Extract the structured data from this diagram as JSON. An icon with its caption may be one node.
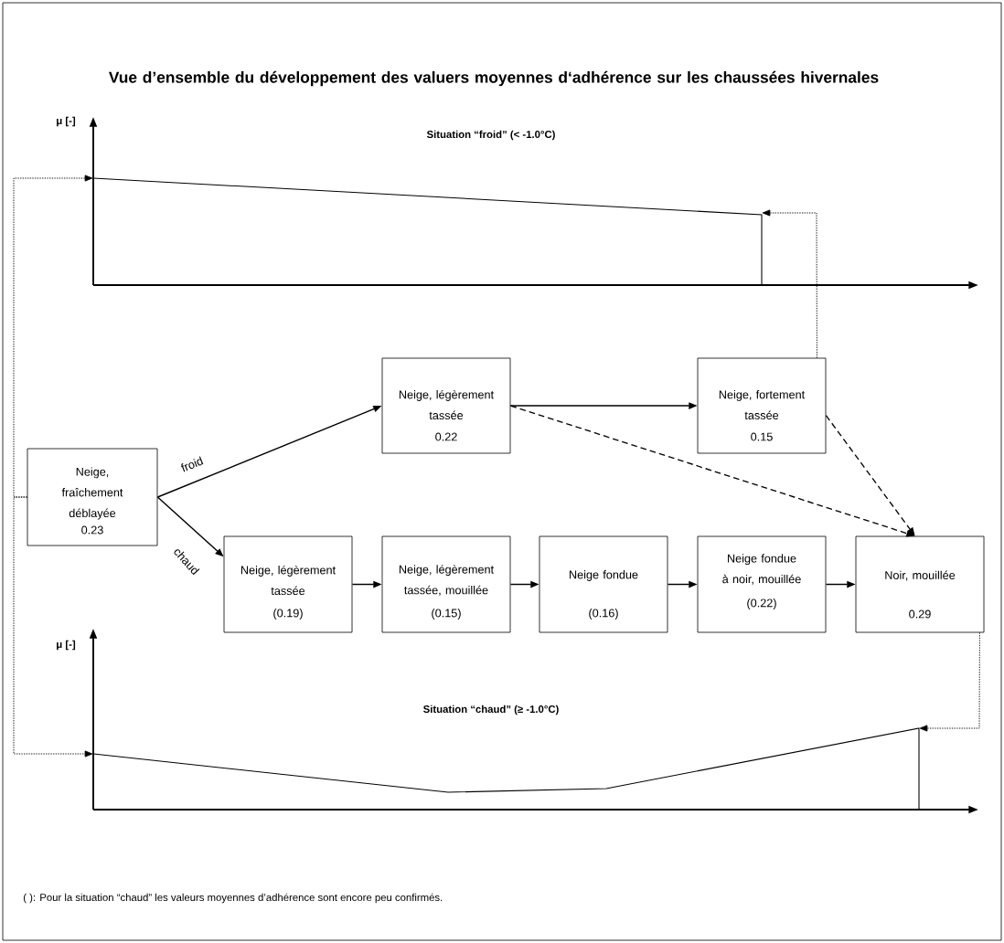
{
  "diagram": {
    "title": "Vue d’ensemble du développement des valuers moyennes d‘adhérence sur les chaussées hivernales",
    "nodes": [
      {
        "text": [
          "Neige, fraîchement déblayée",
          "0.23"
        ]
      },
      {
        "text": [
          "Neige, légèrement tassée",
          "0.22"
        ]
      },
      {
        "text": [
          "Neige, fortement tassée",
          "0.15"
        ]
      },
      {
        "text": [
          "Neige, légèrement tassée",
          "(0.19)"
        ]
      },
      {
        "text": [
          "Neige, légèrement tassée, mouillée",
          "(0.15)"
        ]
      },
      {
        "text": [
          "Neige fondue",
          "(0.16)"
        ]
      },
      {
        "text": [
          "Neige fondue à noir, mouillée",
          "(0.22)"
        ]
      },
      {
        "text": [
          "Noir, mouillée",
          "0.29"
        ]
      }
    ],
    "edges": [
      {
        "from": 0,
        "to": 1,
        "arrow": "to",
        "label": "froid"
      },
      {
        "from": 0,
        "to": 3,
        "arrow": "to",
        "label": "chaud"
      },
      {
        "from": 1,
        "to": 2,
        "arrow": "to"
      },
      {
        "from": 1,
        "to": 7,
        "arrow": "to",
        "style": "dashed"
      },
      {
        "from": 2,
        "to": 7,
        "arrow": "to",
        "style": "dashed"
      },
      {
        "from": 3,
        "to": 4,
        "arrow": "to"
      },
      {
        "from": 4,
        "to": 5,
        "arrow": "to"
      },
      {
        "from": 5,
        "to": 6,
        "arrow": "to"
      },
      {
        "from": 6,
        "to": 7,
        "arrow": "to"
      },
      {
        "from": 0,
        "to": null,
        "arrow": "to",
        "style": "dashed"
      },
      {
        "from": 0,
        "to": null,
        "arrow": "to",
        "style": "dashed"
      },
      {
        "from": 2,
        "to": null,
        "arrow": "to",
        "style": "dashed"
      },
      {
        "from": 7,
        "to": null,
        "arrow": "to",
        "style": "dashed"
      }
    ],
    "labels": [
      "μ [-]",
      "Situation “froid” (< -1.0°C)",
      "μ [-]",
      "Situation “chaud” (≥ -1.0°C)",
      "( ): Pour la situation “chaud” les valeurs moyennes d’adhérence sont encore peu confirmés."
    ]
  }
}
